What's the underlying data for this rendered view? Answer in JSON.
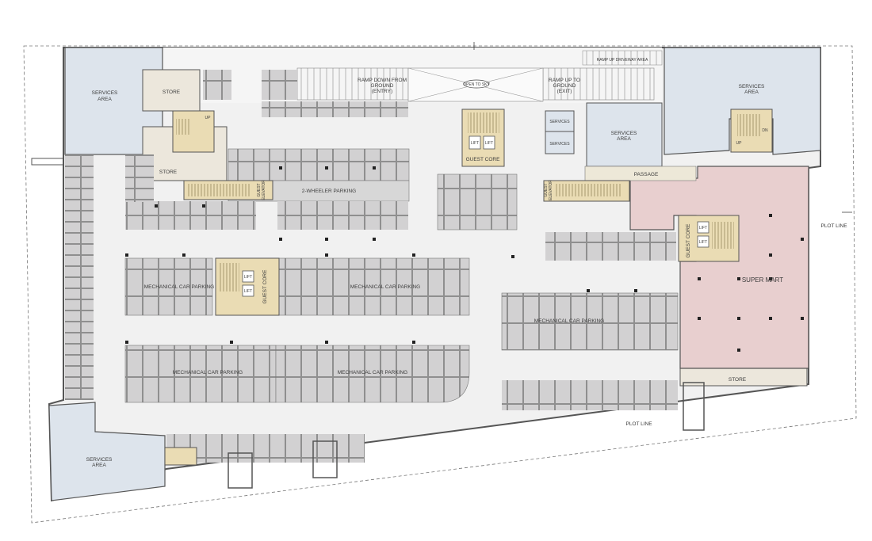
{
  "labels": {
    "services_area_tl": [
      "SERVICES",
      "AREA"
    ],
    "services_area_tr": [
      "SERVICES",
      "AREA"
    ],
    "services_area_mid": [
      "SERVICES",
      "AREA"
    ],
    "services_area_bl": [
      "SERVICES",
      "AREA"
    ],
    "services_small_1": "SERVICES",
    "services_small_2": "SERVICES",
    "store_top": "STORE",
    "store_left": "STORE",
    "store_bottom": "STORE",
    "ramp_down": [
      "RAMP DOWN FROM",
      "GROUND",
      "(ENTRY)"
    ],
    "ramp_up": [
      "RAMP UP TO",
      "GROUND",
      "(EXIT)"
    ],
    "open_to_sky": "OPEN TO SKY",
    "ramp_small": "RAMP UP DRIVEWAY AREA",
    "guest_core_top": "GUEST CORE",
    "guest_core_mid": "GUEST CORE",
    "guest_core_right": "GUEST CORE",
    "guest_elevator_1": [
      "GUEST",
      "ELEVATOR"
    ],
    "guest_elevator_2": [
      "GUEST",
      "ELEVATOR"
    ],
    "passage": "PASSAGE",
    "two_wheeler": "2-WHEELER PARKING",
    "mech_1": "MECHANICAL CAR PARKING",
    "mech_2": "MECHANICAL CAR PARKING",
    "mech_3": "MECHANICAL CAR PARKING",
    "mech_4": "MECHANICAL CAR PARKING",
    "mech_5": "MECHANICAL CAR PARKING",
    "super_mart": "SUPER MART",
    "plot_line_right": "PLOT LINE",
    "plot_line_bottom": "PLOT LINE",
    "lift": "LIFT",
    "up": "UP",
    "dn": "DN"
  },
  "colors": {
    "wall": "#555555",
    "services": "#dde4ec",
    "store": "#ece7dc",
    "core": "#eadcb4",
    "supermart": "#e8cfcf",
    "parking": "#d0cfd0",
    "floor": "#f1f1f1"
  }
}
